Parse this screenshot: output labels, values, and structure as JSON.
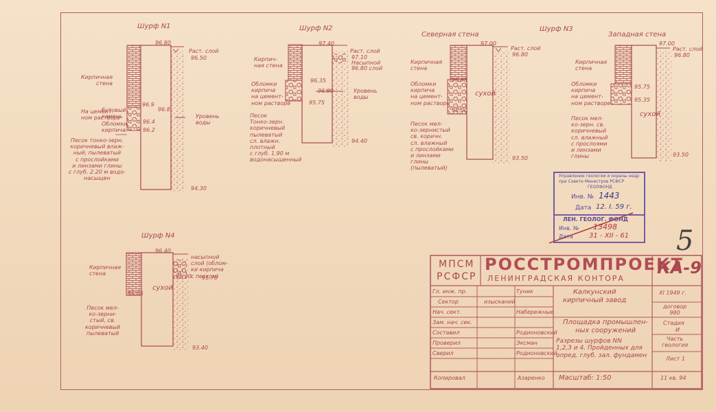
{
  "pits": {
    "p1": {
      "title": "Шурф N1",
      "top_level": "96.80",
      "soil_top_label": "Раст. слой",
      "soil_top_level": "96.50",
      "level_a": "96.9",
      "level_b": "96.8",
      "level_c": "96.4",
      "level_d": "96.2",
      "brick_label": "Кирпичная\nстена",
      "mortar_label": "На цемент.\nном растворе",
      "rubble_label": "бутовый\nкамень",
      "stones_label": "Обломки\nкирпича",
      "water_label": "Уровень\nводы",
      "sand_label": "Песок тонко-зерн.\nкоричневый влаж-\nный; пылеватый\nс прослойками\nи линзами глины\nс глуб. 2.20 м водо-\nнасыщен",
      "bottom_level": "94.30"
    },
    "p2": {
      "title": "Шурф N2",
      "top_level": "97.40",
      "soil_top_label": "Раст. слой",
      "soil_top_level": "97.10",
      "fill_label": "Насыпной",
      "fill_level": "96.80 слой",
      "brick_label": "Кирпич-\nная стена",
      "level_a": "96.35",
      "level_b": "96.00",
      "level_c": "95.75",
      "water_label": "Уровень\nводы",
      "stones_label": "Обломки\nкирпича\nна цемент-\nном растворе",
      "sand_label": "Песок\nТонко-зерн.\nкоричневый\nпылеватый\nсл. влажн.\nплотный\nс глуб. 1.90 м\nводонасыщенный",
      "bottom_level": "94.40"
    },
    "p3": {
      "title": "Шурф N3",
      "north_label": "Северная стена",
      "west_label": "Западная стена",
      "north_top": "97.00",
      "north_soil": "Раст. слой",
      "north_soil_level": "96.80",
      "west_top": "97.00",
      "west_soil": "Раст. слой",
      "west_soil_level": "96.80",
      "brick_label": "Кирпичная\nстена",
      "stones_label": "Обломки\nкирпича\nна цемент-\nном растворе",
      "n_level_a": "95.95",
      "n_level_b": "95.00",
      "w_level_a": "95.75",
      "w_level_b": "95.35",
      "dry_label": "сухой",
      "sand_label_n": "Песок мел-\nко-зернистый\nсв. коричн.\nсл. влажный\nс прослойками\nи линзами\nглины\n(пылеватый)",
      "sand_label_w": "Песок мел-\nко-зерн. св.\nкоричневый\nсл. влажный\nс прослоями\nи линзами\nглины",
      "n_bottom": "93.50",
      "w_bottom": "93.50"
    },
    "p4": {
      "title": "Шурф N4",
      "top_level": "96.40",
      "fill_label": "насыпной\nслой (облом-\nки кирпича\nс песком)",
      "level_a": "96.30",
      "level_b": "95.70",
      "brick_label": "Кирпичная\nстена",
      "level_c": "95.05",
      "dry_label": "сухой",
      "sand_label": "Песок мел-\nко-зерни-\nстый, св.\nкоричневый\nпылеватый",
      "bottom_level": "93.40"
    }
  },
  "stamp_inv": {
    "line1": "Управление геологии и охраны недр",
    "line2": "при Совете Министров РСФСР",
    "line3": "ГЕОЛФОНД",
    "inv_label": "Инв. №",
    "inv_value": "1443",
    "date_label": "Дата",
    "date_value": "12. I. 59 г."
  },
  "stamp_len": {
    "title": "ЛЕН. ГЕОЛОГ. ФОНД",
    "inv_label": "Инв. №",
    "inv_value": "13498",
    "date_label": "Дата",
    "date_value": "31 - XII - 61"
  },
  "handwritten_number": "5",
  "titleblock": {
    "org_short": "МПСМ\nРСФСР",
    "org_name": "РОССТРОМПРОЕКТ",
    "org_branch": "ЛЕНИНГРАДСКАЯ КОНТОРА",
    "code": "КА-9",
    "chief_engineer_label": "Гл. инж. пр.",
    "chief_engineer_name": "Туник",
    "object_name": "Калкунский\nкирпичный завод",
    "sector_label": "Сектор",
    "sector_value": "изысканий",
    "head_label": "Нач. сект.",
    "head_name": "Набережные",
    "deputy_label": "Зам. нач. сек.",
    "site_name": "Площадка промышлен-\nных сооружений",
    "compiled_label": "Составил",
    "compiled_name": "Родионовский",
    "checked_label": "Проверил",
    "checked_name": "Эксман",
    "verified_label": "Сверил",
    "verified_name": "Родионовский",
    "sheet_desc": "Разрезы шурфов NN\n1,2,3 и 4. Пройденных для\nопред. глуб. зал. фундамен",
    "copied_label": "Копировал",
    "copied_name": "Азаренко",
    "scale": "Масштаб: 1:50",
    "date": "XI 1949 г.",
    "contract": "договор\n980",
    "stage_label": "Стадия",
    "stage_value": "И",
    "part_label": "Часть\nгеология",
    "sheet_label": "Лист 1",
    "archive": "11 кв. 94"
  }
}
